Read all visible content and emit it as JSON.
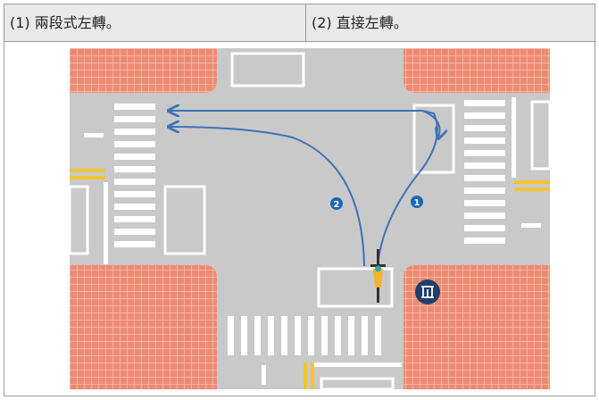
{
  "header": {
    "col1": "(1) 兩段式左轉。",
    "col2": "(2) 直接左轉。"
  },
  "diagram": {
    "markers": [
      "1",
      "2"
    ],
    "icons": [
      "bicycle-icon",
      "waiting-zone-sign-icon"
    ],
    "colors": {
      "road": "#c9c9c9",
      "sidewalk": "#ee8a73",
      "sidewalk_grid": "#f6c2b2",
      "marking": "#ffffff",
      "arrow": "#3d73b7",
      "marker": "#1d67b5",
      "sign": "#1f3f6b",
      "yellow_line": "#f2c531"
    }
  }
}
